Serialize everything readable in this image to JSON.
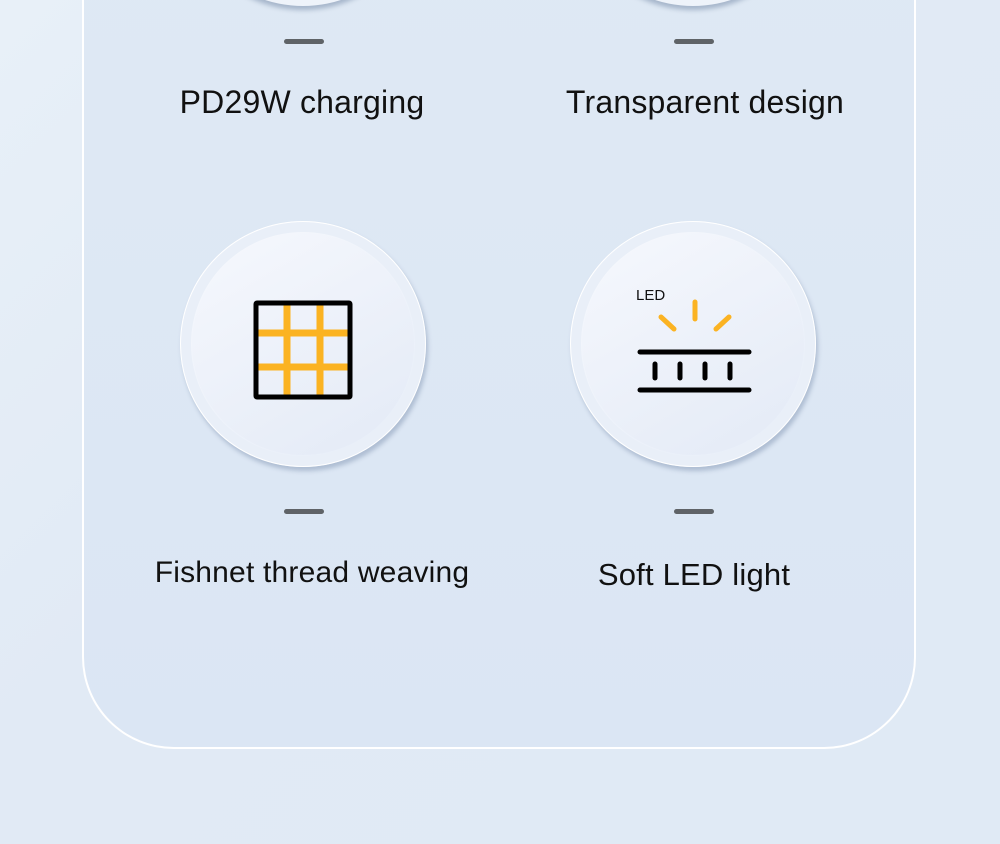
{
  "features": [
    {
      "label": "PD29W charging",
      "icon": "charging-icon"
    },
    {
      "label": "Transparent design",
      "icon": "transparent-icon"
    },
    {
      "label": "Fishnet thread weaving",
      "icon": "fishnet-grid-icon"
    },
    {
      "label": "Soft LED light",
      "icon": "led-light-icon",
      "icon_text": "LED"
    }
  ],
  "colors": {
    "accent": "#fbb322",
    "icon_stroke": "#000000",
    "dash": "#5f6367",
    "panel_border": "#ffffff"
  }
}
